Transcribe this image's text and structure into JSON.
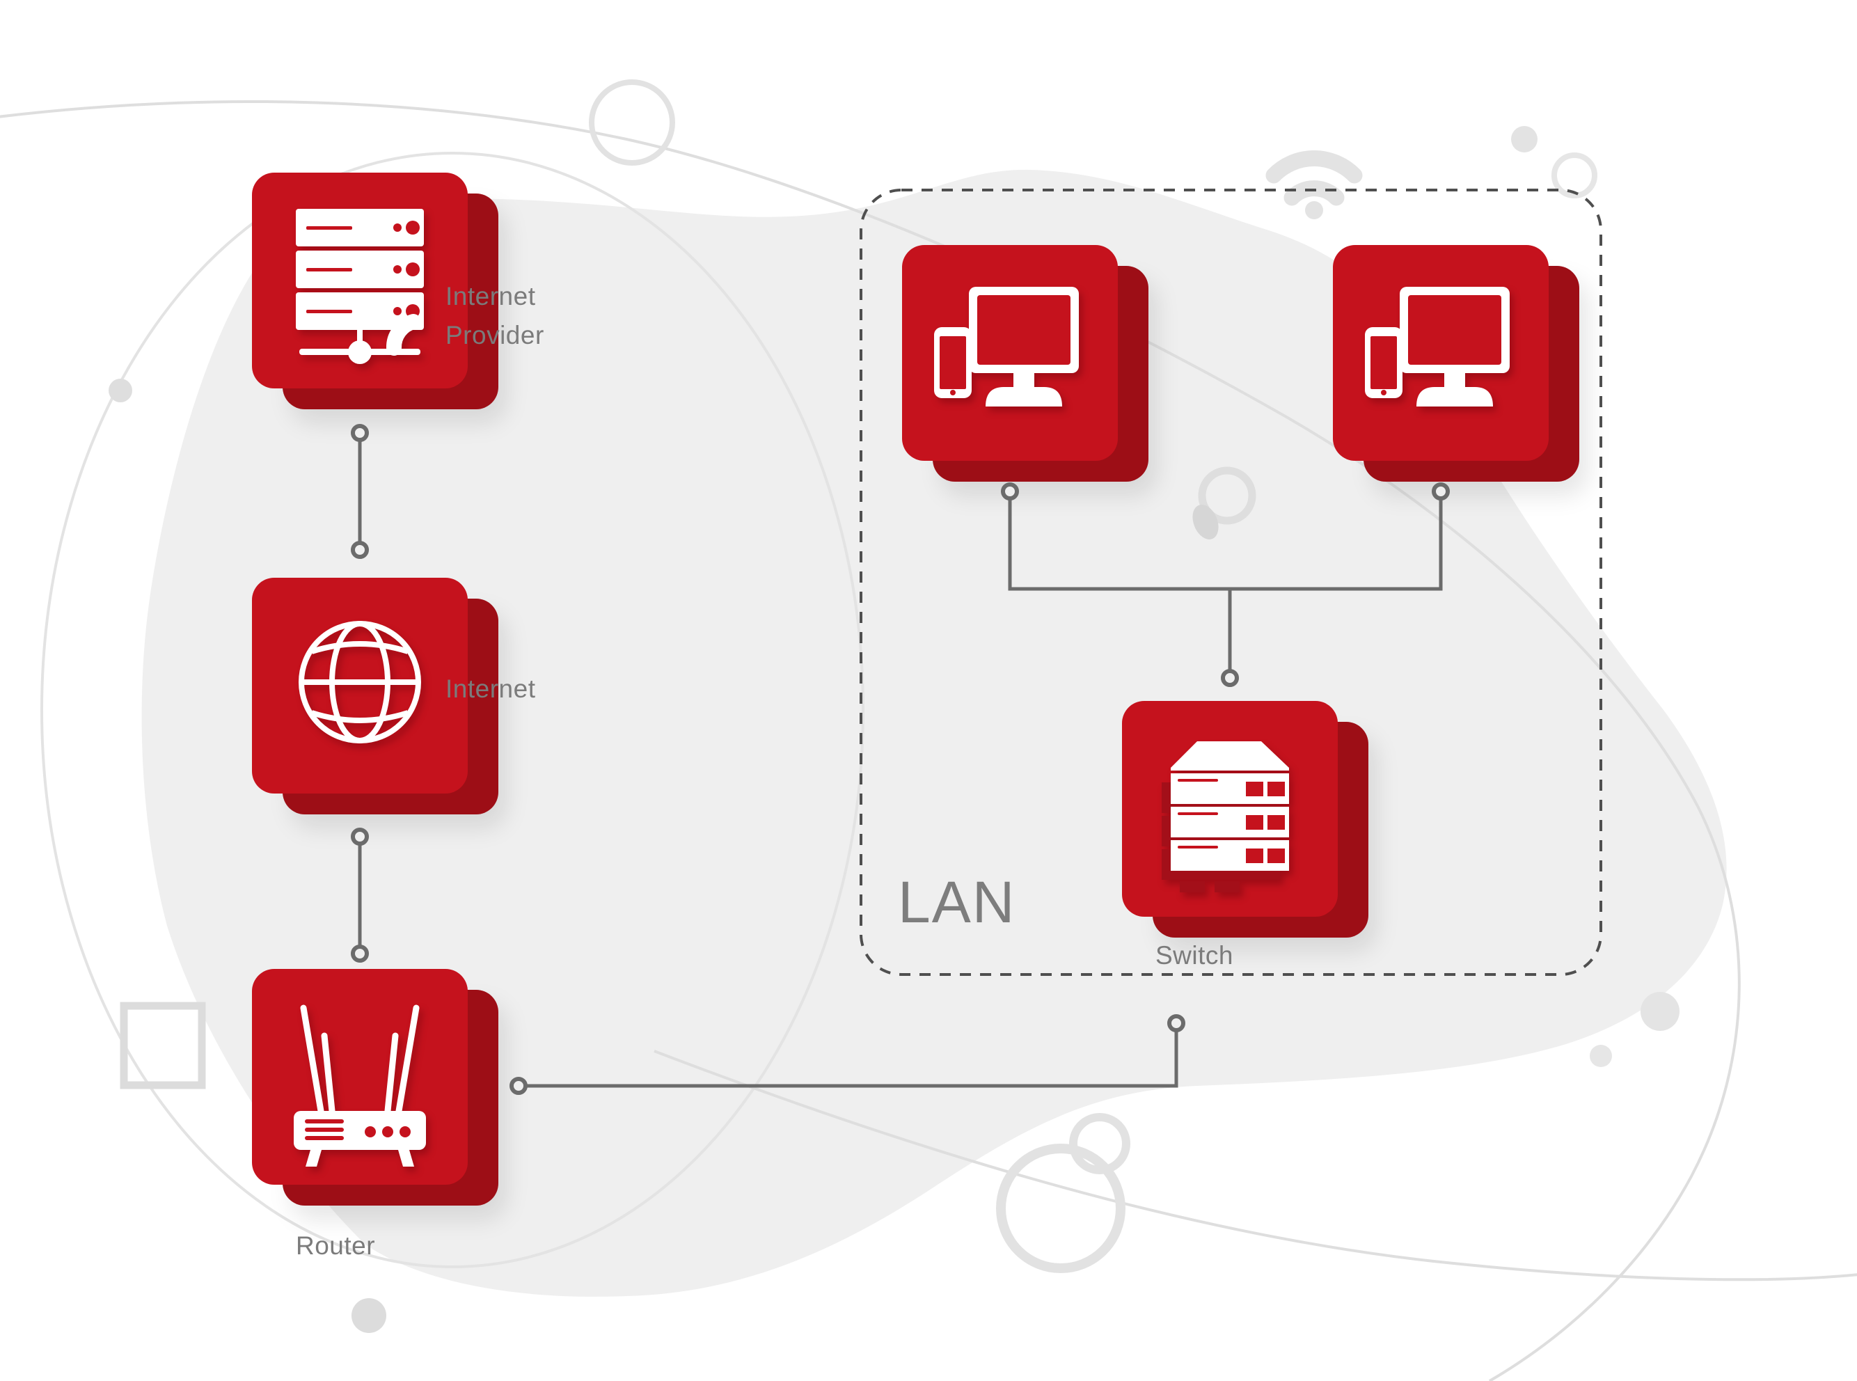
{
  "diagram": {
    "type": "network-topology",
    "background": {
      "canvas_color": "#ffffff",
      "blob_color": "#efefef"
    },
    "palette": {
      "tile_red": "#c5121d",
      "tile_shadow_red": "#9d0e16",
      "icon_white": "#ffffff",
      "connector_gray": "#6b6b6b",
      "label_gray": "#7b7b7b",
      "lan_dash_gray": "#4f4f4f",
      "decoration_gray": "#e0e0e0"
    },
    "nodes": {
      "internet_provider": {
        "label": "Internet Provider",
        "icon": "server-rack-phone-icon"
      },
      "internet": {
        "label": "Internet",
        "icon": "globe-icon"
      },
      "router": {
        "label": "Router",
        "icon": "wifi-router-icon"
      },
      "workstation_left": {
        "icon": "desktop-with-smartphone-icon"
      },
      "workstation_right": {
        "icon": "desktop-with-smartphone-icon"
      },
      "switch": {
        "label": "Switch",
        "icon": "network-switch-stack-icon"
      }
    },
    "groups": {
      "lan": {
        "label": "LAN",
        "style": "dashed-rounded-border"
      }
    },
    "connections": [
      {
        "from": "internet_provider",
        "to": "internet",
        "style": "line-with-end-dots"
      },
      {
        "from": "internet",
        "to": "router",
        "style": "line-with-end-dots"
      },
      {
        "from": "router",
        "to": "lan",
        "style": "elbow-line-with-end-dots"
      },
      {
        "from": "workstation_left",
        "to": "switch",
        "style": "elbow-line-with-end-dots"
      },
      {
        "from": "workstation_right",
        "to": "switch",
        "style": "elbow-line-with-end-dots"
      }
    ],
    "decorations": [
      "wifi-icon",
      "headset-icon",
      "circle-outlines",
      "square-outline",
      "gray-dots",
      "thin-curves"
    ]
  }
}
